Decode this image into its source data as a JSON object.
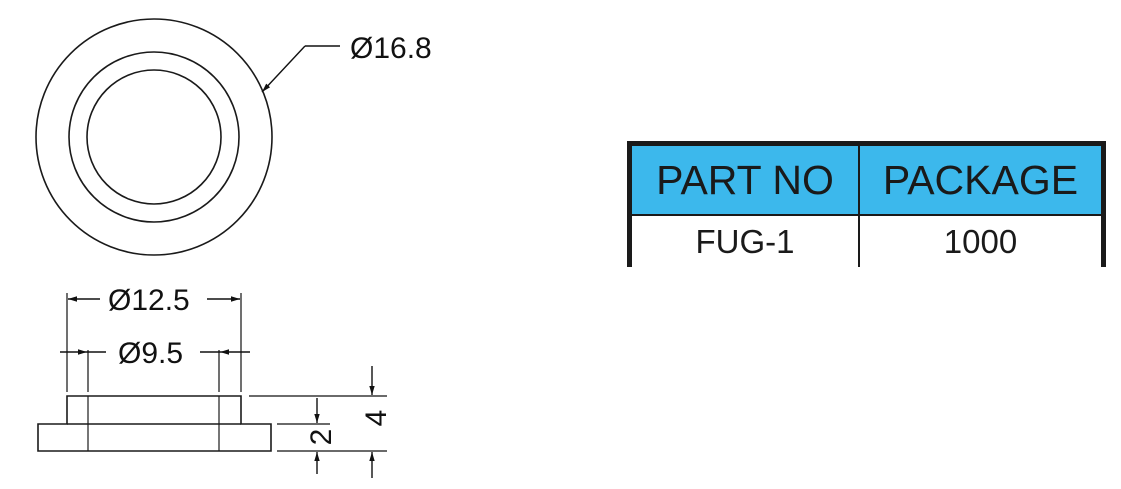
{
  "dimensions": {
    "outer_diameter": "Ø16.8",
    "flange_diameter": "Ø12.5",
    "bore_diameter": "Ø9.5",
    "flange_height": "2",
    "total_height": "4"
  },
  "table": {
    "headers": [
      "PART NO",
      "PACKAGE"
    ],
    "rows": [
      [
        "FUG-1",
        "1000"
      ]
    ]
  },
  "colors": {
    "header_bg": "#3cb8ec",
    "line": "#1a1a1a"
  }
}
